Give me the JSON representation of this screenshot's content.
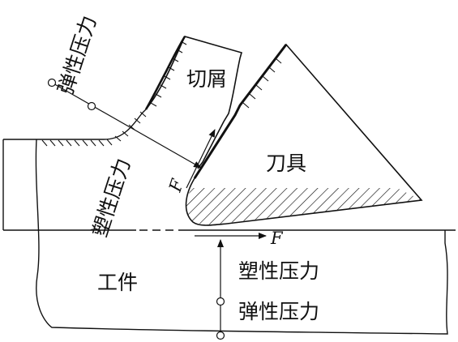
{
  "diagram": {
    "labels": {
      "chip": "切屑",
      "tool": "刀具",
      "workpiece": "工件",
      "elastic_pressure_rake": "弹性压力",
      "plastic_pressure_rake": "塑性压力",
      "plastic_pressure_flank": "塑性压力",
      "elastic_pressure_flank": "弹性压力",
      "force_rake": "F",
      "force_flank": "F"
    },
    "colors": {
      "line": "#111111",
      "background": "#ffffff"
    }
  }
}
